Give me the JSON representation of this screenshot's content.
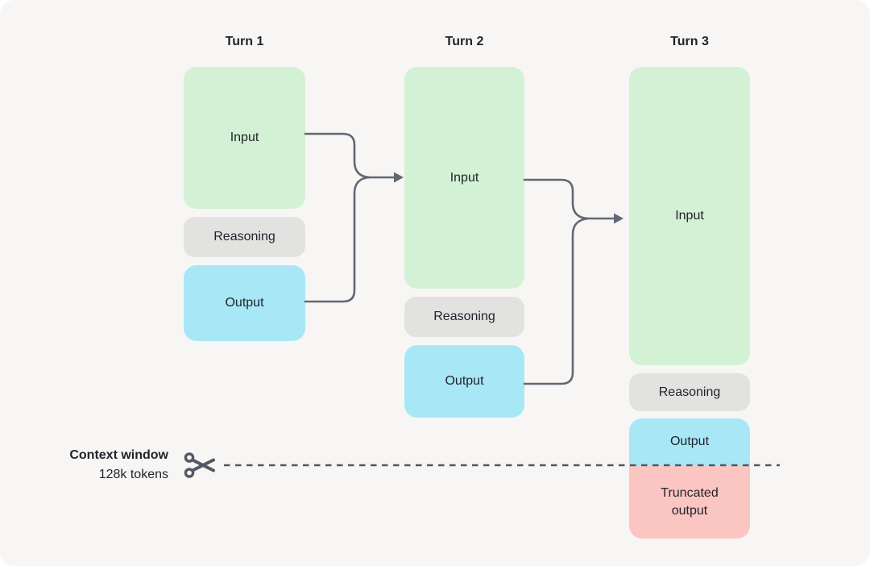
{
  "colors": {
    "page-bg": "#ffffff",
    "canvas-bg": "#f7f6f4",
    "input-bg": "#d3f1d4",
    "reasoning-bg": "#e2e2e1",
    "output-bg": "#a8e7f6",
    "truncated-bg": "#fbc5c2",
    "arrow": "#626874",
    "cut-line": "#535862",
    "text": "#20242b"
  },
  "turns": [
    {
      "title": "Turn 1",
      "blocks": {
        "input": "Input",
        "reasoning": "Reasoning",
        "output": "Output"
      }
    },
    {
      "title": "Turn 2",
      "blocks": {
        "input": "Input",
        "reasoning": "Reasoning",
        "output": "Output"
      }
    },
    {
      "title": "Turn 3",
      "blocks": {
        "input": "Input",
        "reasoning": "Reasoning",
        "output": "Output",
        "truncated": "Truncated output"
      }
    }
  ],
  "context_window": {
    "title": "Context window",
    "subtitle": "128k tokens"
  },
  "icons": {
    "scissors": "scissors-icon"
  }
}
